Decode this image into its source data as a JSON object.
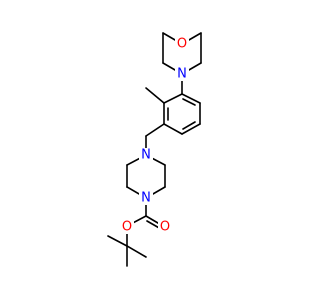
{
  "molecule": {
    "atoms": {
      "morpholine_oxygen": "O",
      "morpholine_nitrogen": "N",
      "piperazine_nitrogen_top": "N",
      "piperazine_nitrogen_bottom": "N",
      "carbonyl_oxygen": "O",
      "ester_oxygen": "O"
    }
  },
  "colors": {
    "bond": "#000000",
    "oxygen": "#ff0000",
    "nitrogen": "#0000ff",
    "background": "#ffffff"
  }
}
